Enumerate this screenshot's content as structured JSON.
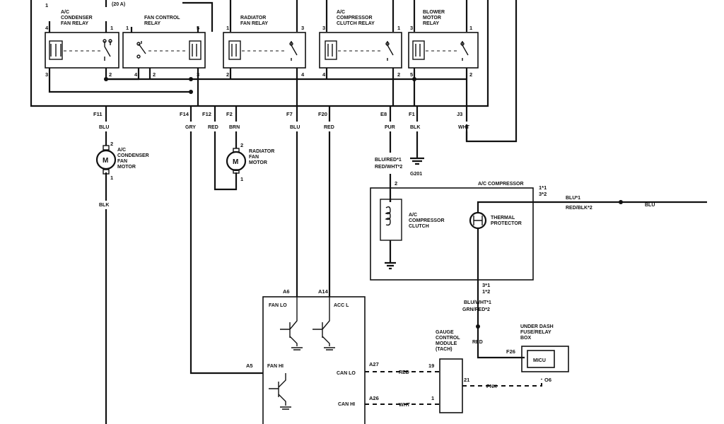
{
  "relays": {
    "condenser": {
      "name1": "A/C",
      "name2": "CONDENSER",
      "name3": "FAN RELAY",
      "pin_tl": "4",
      "pin_tr": "1",
      "pin_bl": "3",
      "pin_br": "2"
    },
    "fancontrol": {
      "name1": "FAN CONTROL",
      "name2": "RELAY",
      "pin_tl": "1",
      "pin_tr": "5",
      "pin_bl": "4",
      "pin_bm": "2",
      "pin_br": "3"
    },
    "radiator": {
      "name1": "RADIATOR",
      "name2": "FAN RELAY",
      "pin_tl": "1",
      "pin_tr": "3",
      "pin_bl": "2",
      "pin_br": "4"
    },
    "compressor": {
      "name1": "A/C",
      "name2": "COMPRESSOR",
      "name3": "CLUTCH RELAY",
      "pin_tl": "3",
      "pin_tr": "1",
      "pin_bl": "4",
      "pin_br": "2"
    },
    "blower": {
      "name1": "BLOWER",
      "name2": "MOTOR",
      "name3": "RELAY",
      "pin_tl": "3",
      "pin_tr": "1",
      "pin_bl": "5",
      "pin_br": "2"
    }
  },
  "top": {
    "pin_a": "1",
    "fuse": "(20 A)"
  },
  "terminals": [
    "F11",
    "F14",
    "F12",
    "F2",
    "F7",
    "F20",
    "E8",
    "F1",
    "J3"
  ],
  "wires": {
    "f11": "BLU",
    "f14": "GRY",
    "f12": "RED",
    "f2": "BRN",
    "f7": "BLU",
    "f20": "RED",
    "e8": "PUR",
    "f1": "BLK",
    "j3": "WHT",
    "blk_down": "BLK"
  },
  "condenser_motor": {
    "symbol": "M",
    "line1": "A/C",
    "line2": "CONDENSER",
    "line3": "FAN",
    "line4": "MOTOR",
    "pin_top": "2",
    "pin_bot": "1"
  },
  "radiator_motor": {
    "symbol": "M",
    "line1": "RADIATOR",
    "line2": "FAN",
    "line3": "MOTOR",
    "pin_top": "2",
    "pin_bot": "1"
  },
  "compressor_feed": {
    "line1": "BLU/RED*1",
    "line2": "RED/WHT*2"
  },
  "ground": "G201",
  "ac_compressor": {
    "title": "A/C COMPRESSOR",
    "pin_2": "2",
    "clutch1": "A/C",
    "clutch2": "COMPRESSOR",
    "clutch3": "CLUTCH",
    "thermal1": "THERMAL",
    "thermal2": "PROTECTOR",
    "pin_r1": "1*1",
    "pin_r2": "3*2",
    "pin_b1": "3*1",
    "pin_b2": "1*2"
  },
  "right_wire": {
    "line1": "BLU*1",
    "line2": "RED/BLK*2",
    "far": "BLU"
  },
  "protector_wire": {
    "line1": "BLU/WHT*1",
    "line2": "GRN/RED*2",
    "red": "RED"
  },
  "pcm": {
    "a6": "A6",
    "a14": "A14",
    "fan_lo": "FAN LO",
    "acc_l": "ACC L",
    "a5": "A5",
    "fan_hi": "FAN HI",
    "a27": "A27",
    "can_lo": "CAN LO",
    "a26": "A26",
    "can_hi": "CAN HI"
  },
  "gauge": {
    "line1": "GAUGE",
    "line2": "CONTROL",
    "line3": "MODULE",
    "line4": "(TACH)",
    "pin19": "19",
    "pin21": "21",
    "pin1": "1"
  },
  "bus": {
    "red": "RED",
    "wht": "WHT",
    "pnk": "PNK"
  },
  "underdash": {
    "line1": "UNDER DASH",
    "line2": "FUSE/RELAY",
    "line3": "BOX",
    "f26": "F26",
    "micu": "MICU",
    "o6": "O6"
  }
}
